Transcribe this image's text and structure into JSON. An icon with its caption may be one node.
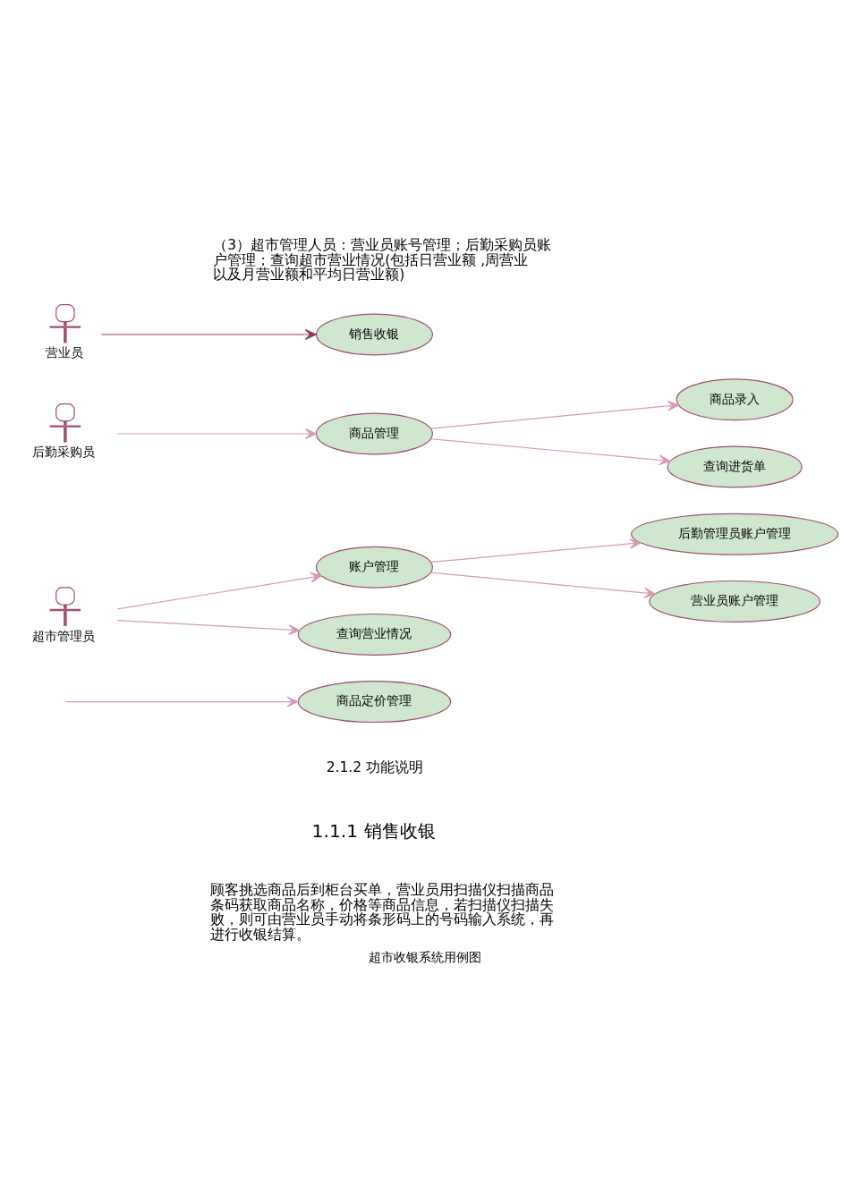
{
  "diagram": {
    "caption": "超市收银系统用例图",
    "nodes": [
      {
        "text": [
          "营业员"
        ]
      },
      {
        "text": [
          "销售收银"
        ]
      },
      {
        "text": [
          "后勤采购员"
        ]
      },
      {
        "text": [
          "商品管理"
        ]
      },
      {
        "text": [
          "商品录入"
        ]
      },
      {
        "text": [
          "查询进货单"
        ]
      },
      {
        "text": [
          "超市管理员"
        ]
      },
      {
        "text": [
          "账户管理"
        ]
      },
      {
        "text": [
          "后勤管理员账户管理"
        ]
      },
      {
        "text": [
          "查询营业情况"
        ]
      },
      {
        "text": [
          "营业员账户管理"
        ]
      },
      {
        "text": [
          "商品定价管理"
        ]
      }
    ],
    "edges": [
      {
        "from": 0,
        "to": 1,
        "arrow": "to",
        "color": "#8b3a5b"
      },
      {
        "from": 2,
        "to": 3,
        "arrow": "to"
      },
      {
        "from": 3,
        "to": 4,
        "arrow": "to"
      },
      {
        "from": 3,
        "to": 5,
        "arrow": "to"
      },
      {
        "from": 6,
        "to": 7,
        "arrow": "to"
      },
      {
        "from": 7,
        "to": 8,
        "arrow": "to"
      },
      {
        "from": 7,
        "to": 10,
        "arrow": "to"
      },
      {
        "from": 6,
        "to": 9,
        "arrow": "to"
      },
      {
        "from": null,
        "to": 11,
        "arrow": "to"
      }
    ],
    "labels": [
      "（3）超市管理人员：营业员账号管理；后勤采购员账户管理；查询超市营业情况(包括日营业额 ,周营业以及月营业额和平均日营业额)",
      "2.1.2 功能说明",
      "1.1.1 销售收银",
      "顾客挑选商品后到柜台买单，营业员用扫描仪扫描商品条码获取商品名称，价格等商品信息，若扫描仪扫描失败，则可由营业员手动将条形码上的号码输入系统，再进行收银结算。"
    ]
  }
}
